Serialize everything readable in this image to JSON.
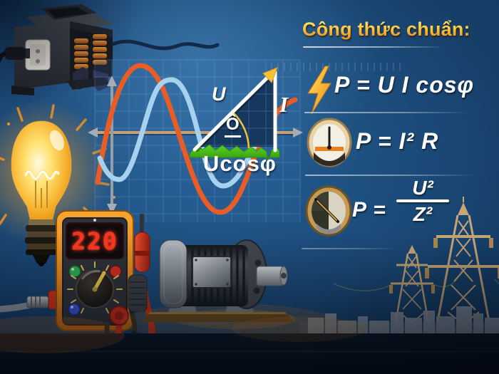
{
  "panel": {
    "title": "Công thức chuẩn:",
    "formula1": "P = U I cosφ",
    "formula2": "P = I² R",
    "formula3_prefix": "P =",
    "formula3_numerator": "U²",
    "formula3_denominator": "Z²"
  },
  "diagram": {
    "voltage_label": "U",
    "angle_label": "Ô",
    "current_label": "I",
    "projection_label": "Ucosφ",
    "waves": [
      "orange-sine",
      "light-blue-sine"
    ],
    "grid": true
  },
  "multimeter": {
    "display_value": "220"
  },
  "icons": {
    "lightning": "lightning-bolt-icon",
    "gauge_light": "gauge-icon",
    "gauge_dark": "gauge-icon"
  },
  "colors": {
    "title_yellow": "#ffc83d",
    "wave_orange": "#e85c26",
    "wave_blue": "#a6d2f0",
    "triangle_green": "#3cb31c",
    "display_red": "#ff3220",
    "meter_orange": "#ef9622",
    "background_blue": "#1b5084",
    "tower_tan": "#c8a678"
  }
}
